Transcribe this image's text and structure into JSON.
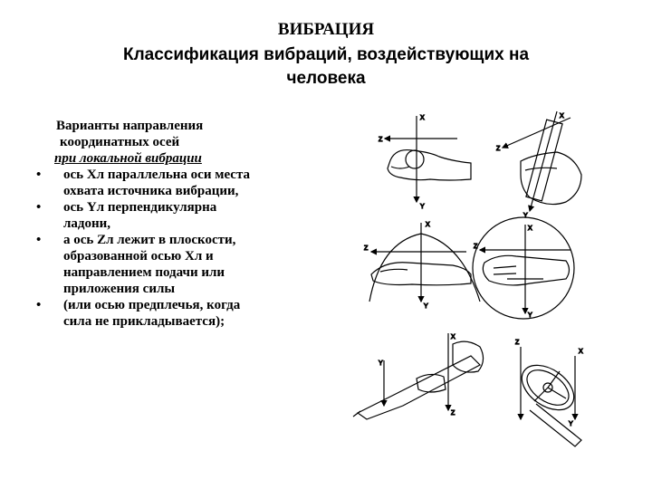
{
  "slide": {
    "title": "ВИБРАЦИЯ",
    "subtitle_line1": "Классификация вибраций, воздействующих на",
    "subtitle_line2": "человека"
  },
  "text": {
    "heading_line1": "Варианты направления",
    "heading_line2": "координатных осей",
    "heading_line3": "при локальной вибрации",
    "bullet_symbol": "•",
    "bullets": [
      [
        "ось Хл параллельна оси места",
        "охвата источника вибрации,"
      ],
      [
        "ось Yл перпендикулярна",
        "ладони,"
      ],
      [
        " а ось Zл лежит в плоскости,",
        "образованной осью Хл и",
        "направлением подачи или",
        "приложения силы"
      ],
      [
        "(или осью предплечья, когда",
        "сила не прикладывается);"
      ]
    ]
  },
  "figure": {
    "axis_labels": {
      "x": "X",
      "y": "Y",
      "z": "Z"
    },
    "icons": [
      "hand-grip-sphere-icon",
      "hand-grip-cylinder-icon",
      "flat-hand-icon",
      "hand-in-circle-icon",
      "power-tool-icon",
      "steering-wheel-icon"
    ]
  }
}
